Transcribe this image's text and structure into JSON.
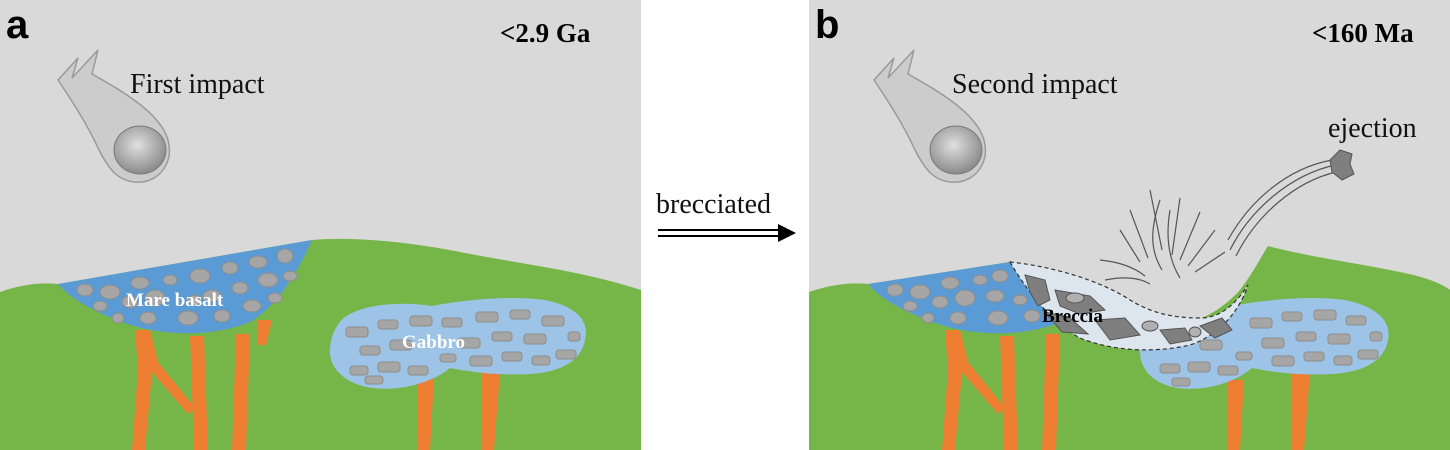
{
  "colors": {
    "sky": "#d9d9d9",
    "ground": "#76b648",
    "mare_basalt": "#5b9bd5",
    "gabbro": "#9dc3e6",
    "dike": "#ed7d31",
    "clast": "#a6a6a6",
    "breccia": "#dde6ef",
    "breccia_clast": "#7f7f7f"
  },
  "panel_a": {
    "letter": "a",
    "age": "<2.9 Ga",
    "caption": "First impact",
    "label_basalt": "Mare basalt",
    "label_gabbro": "Gabbro"
  },
  "arrow": {
    "label": "brecciated"
  },
  "panel_b": {
    "letter": "b",
    "age": "<160 Ma",
    "caption": "Second impact",
    "label_ejection": "ejection",
    "label_breccia": "Breccia"
  },
  "icons": [
    "meteorite-icon",
    "ejecta-fragment-icon",
    "double-arrow-icon"
  ]
}
